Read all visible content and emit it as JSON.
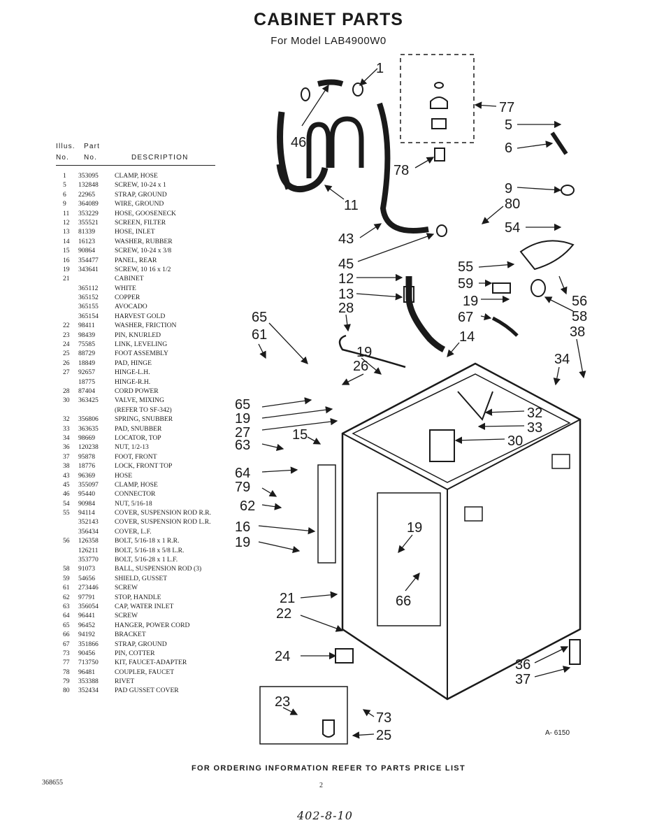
{
  "header": {
    "title": "CABINET PARTS",
    "subtitle": "For Model LAB4900W0"
  },
  "table_header": {
    "illus_label": "Illus.",
    "part_label": "Part",
    "no_label": "No.",
    "no_label2": "No.",
    "description_label": "DESCRIPTION"
  },
  "parts": [
    {
      "no": "1",
      "part": "353095",
      "desc": "CLAMP, HOSE"
    },
    {
      "no": "5",
      "part": "132848",
      "desc": "SCREW, 10-24 x 1"
    },
    {
      "no": "6",
      "part": "22965",
      "desc": "STRAP, GROUND"
    },
    {
      "no": "9",
      "part": "364089",
      "desc": "WIRE, GROUND"
    },
    {
      "no": "11",
      "part": "353229",
      "desc": "HOSE, GOOSENECK"
    },
    {
      "no": "12",
      "part": "355521",
      "desc": "SCREEN, FILTER"
    },
    {
      "no": "13",
      "part": "81339",
      "desc": "HOSE, INLET"
    },
    {
      "no": "14",
      "part": "16123",
      "desc": "WASHER, RUBBER"
    },
    {
      "no": "15",
      "part": "90864",
      "desc": "SCREW, 10-24 x 3/8"
    },
    {
      "no": "16",
      "part": "354477",
      "desc": "PANEL, REAR"
    },
    {
      "no": "19",
      "part": "343641",
      "desc": "SCREW, 10 16 x 1/2"
    },
    {
      "no": "21",
      "part": "",
      "desc": "CABINET"
    },
    {
      "no": "",
      "part": "365112",
      "desc": "WHITE"
    },
    {
      "no": "",
      "part": "365152",
      "desc": "COPPER"
    },
    {
      "no": "",
      "part": "365155",
      "desc": "AVOCADO"
    },
    {
      "no": "",
      "part": "365154",
      "desc": "HARVEST GOLD"
    },
    {
      "no": "22",
      "part": "98411",
      "desc": "WASHER, FRICTION"
    },
    {
      "no": "23",
      "part": "98439",
      "desc": "PIN, KNURLED"
    },
    {
      "no": "24",
      "part": "75585",
      "desc": "LINK, LEVELING"
    },
    {
      "no": "25",
      "part": "88729",
      "desc": "FOOT ASSEMBLY"
    },
    {
      "no": "26",
      "part": "18849",
      "desc": "PAD, HINGE"
    },
    {
      "no": "27",
      "part": "92657",
      "desc": "HINGE-L.H."
    },
    {
      "no": "",
      "part": "18775",
      "desc": "HINGE-R.H."
    },
    {
      "no": "28",
      "part": "87404",
      "desc": "CORD POWER"
    },
    {
      "no": "30",
      "part": "363425",
      "desc": "VALVE, MIXING"
    },
    {
      "no": "",
      "part": "",
      "desc": "(REFER TO SF-342)"
    },
    {
      "no": "32",
      "part": "356806",
      "desc": "SPRING, SNUBBER"
    },
    {
      "no": "33",
      "part": "363635",
      "desc": "PAD, SNUBBER"
    },
    {
      "no": "34",
      "part": "98669",
      "desc": "LOCATOR, TOP"
    },
    {
      "no": "36",
      "part": "120238",
      "desc": "NUT, 1/2-13"
    },
    {
      "no": "37",
      "part": "95878",
      "desc": "FOOT, FRONT"
    },
    {
      "no": "38",
      "part": "18776",
      "desc": "LOCK, FRONT TOP"
    },
    {
      "no": "43",
      "part": "96369",
      "desc": "HOSE"
    },
    {
      "no": "45",
      "part": "355097",
      "desc": "CLAMP, HOSE"
    },
    {
      "no": "46",
      "part": "95440",
      "desc": "CONNECTOR"
    },
    {
      "no": "54",
      "part": "90984",
      "desc": "NUT, 5/16-18"
    },
    {
      "no": "55",
      "part": "94114",
      "desc": "COVER, SUSPENSION ROD R.R."
    },
    {
      "no": "",
      "part": "352143",
      "desc": "COVER, SUSPENSION ROD L.R."
    },
    {
      "no": "",
      "part": "356434",
      "desc": "COVER, L.F."
    },
    {
      "no": "56",
      "part": "126358",
      "desc": "BOLT, 5/16-18 x 1 R.R."
    },
    {
      "no": "",
      "part": "126211",
      "desc": "BOLT, 5/16-18 x 5/8 L.R."
    },
    {
      "no": "",
      "part": "353770",
      "desc": "BOLT, 5/16-28 x 1 L.F."
    },
    {
      "no": "58",
      "part": "91073",
      "desc": "BALL, SUSPENSION ROD (3)"
    },
    {
      "no": "59",
      "part": "54656",
      "desc": "SHIELD, GUSSET"
    },
    {
      "no": "61",
      "part": "273446",
      "desc": "SCREW"
    },
    {
      "no": "62",
      "part": "97791",
      "desc": "STOP, HANDLE"
    },
    {
      "no": "63",
      "part": "356054",
      "desc": "CAP, WATER INLET"
    },
    {
      "no": "64",
      "part": "96441",
      "desc": "SCREW"
    },
    {
      "no": "65",
      "part": "96452",
      "desc": "HANGER, POWER CORD"
    },
    {
      "no": "66",
      "part": "94192",
      "desc": "BRACKET"
    },
    {
      "no": "67",
      "part": "351866",
      "desc": "STRAP, GROUND"
    },
    {
      "no": "73",
      "part": "90456",
      "desc": "PIN, COTTER"
    },
    {
      "no": "77",
      "part": "713750",
      "desc": "KIT, FAUCET-ADAPTER"
    },
    {
      "no": "78",
      "part": "96481",
      "desc": "COUPLER, FAUCET"
    },
    {
      "no": "79",
      "part": "353388",
      "desc": "RIVET"
    },
    {
      "no": "80",
      "part": "352434",
      "desc": "PAD GUSSET COVER"
    }
  ],
  "callouts": {
    "c1": "1",
    "c46": "46",
    "c11": "11",
    "c43": "43",
    "c45": "45",
    "c12": "12",
    "c13": "13",
    "c28": "28",
    "c65a": "65",
    "c61": "61",
    "c19a": "19",
    "c26": "26",
    "c14": "14",
    "c65b": "65",
    "c19b": "19",
    "c27": "27",
    "c15": "15",
    "c63": "63",
    "c64": "64",
    "c79": "79",
    "c62": "62",
    "c16": "16",
    "c19c": "19",
    "c19d": "19",
    "c21": "21",
    "c22": "22",
    "c66": "66",
    "c24": "24",
    "c23": "23",
    "c73": "73",
    "c25": "25",
    "c77": "77",
    "c5": "5",
    "c6": "6",
    "c78": "78",
    "c9": "9",
    "c80": "80",
    "c54": "54",
    "c55": "55",
    "c59": "59",
    "c19e": "19",
    "c56": "56",
    "c67": "67",
    "c58": "58",
    "c38": "38",
    "c34": "34",
    "c32": "32",
    "c33": "33",
    "c30": "30",
    "c36": "36",
    "c37": "37"
  },
  "figure_code": "A- 6150",
  "footer": "FOR ORDERING INFORMATION REFER TO PARTS PRICE LIST",
  "doc_number": "368655",
  "page_number": "2",
  "handwritten": "402-8-10"
}
